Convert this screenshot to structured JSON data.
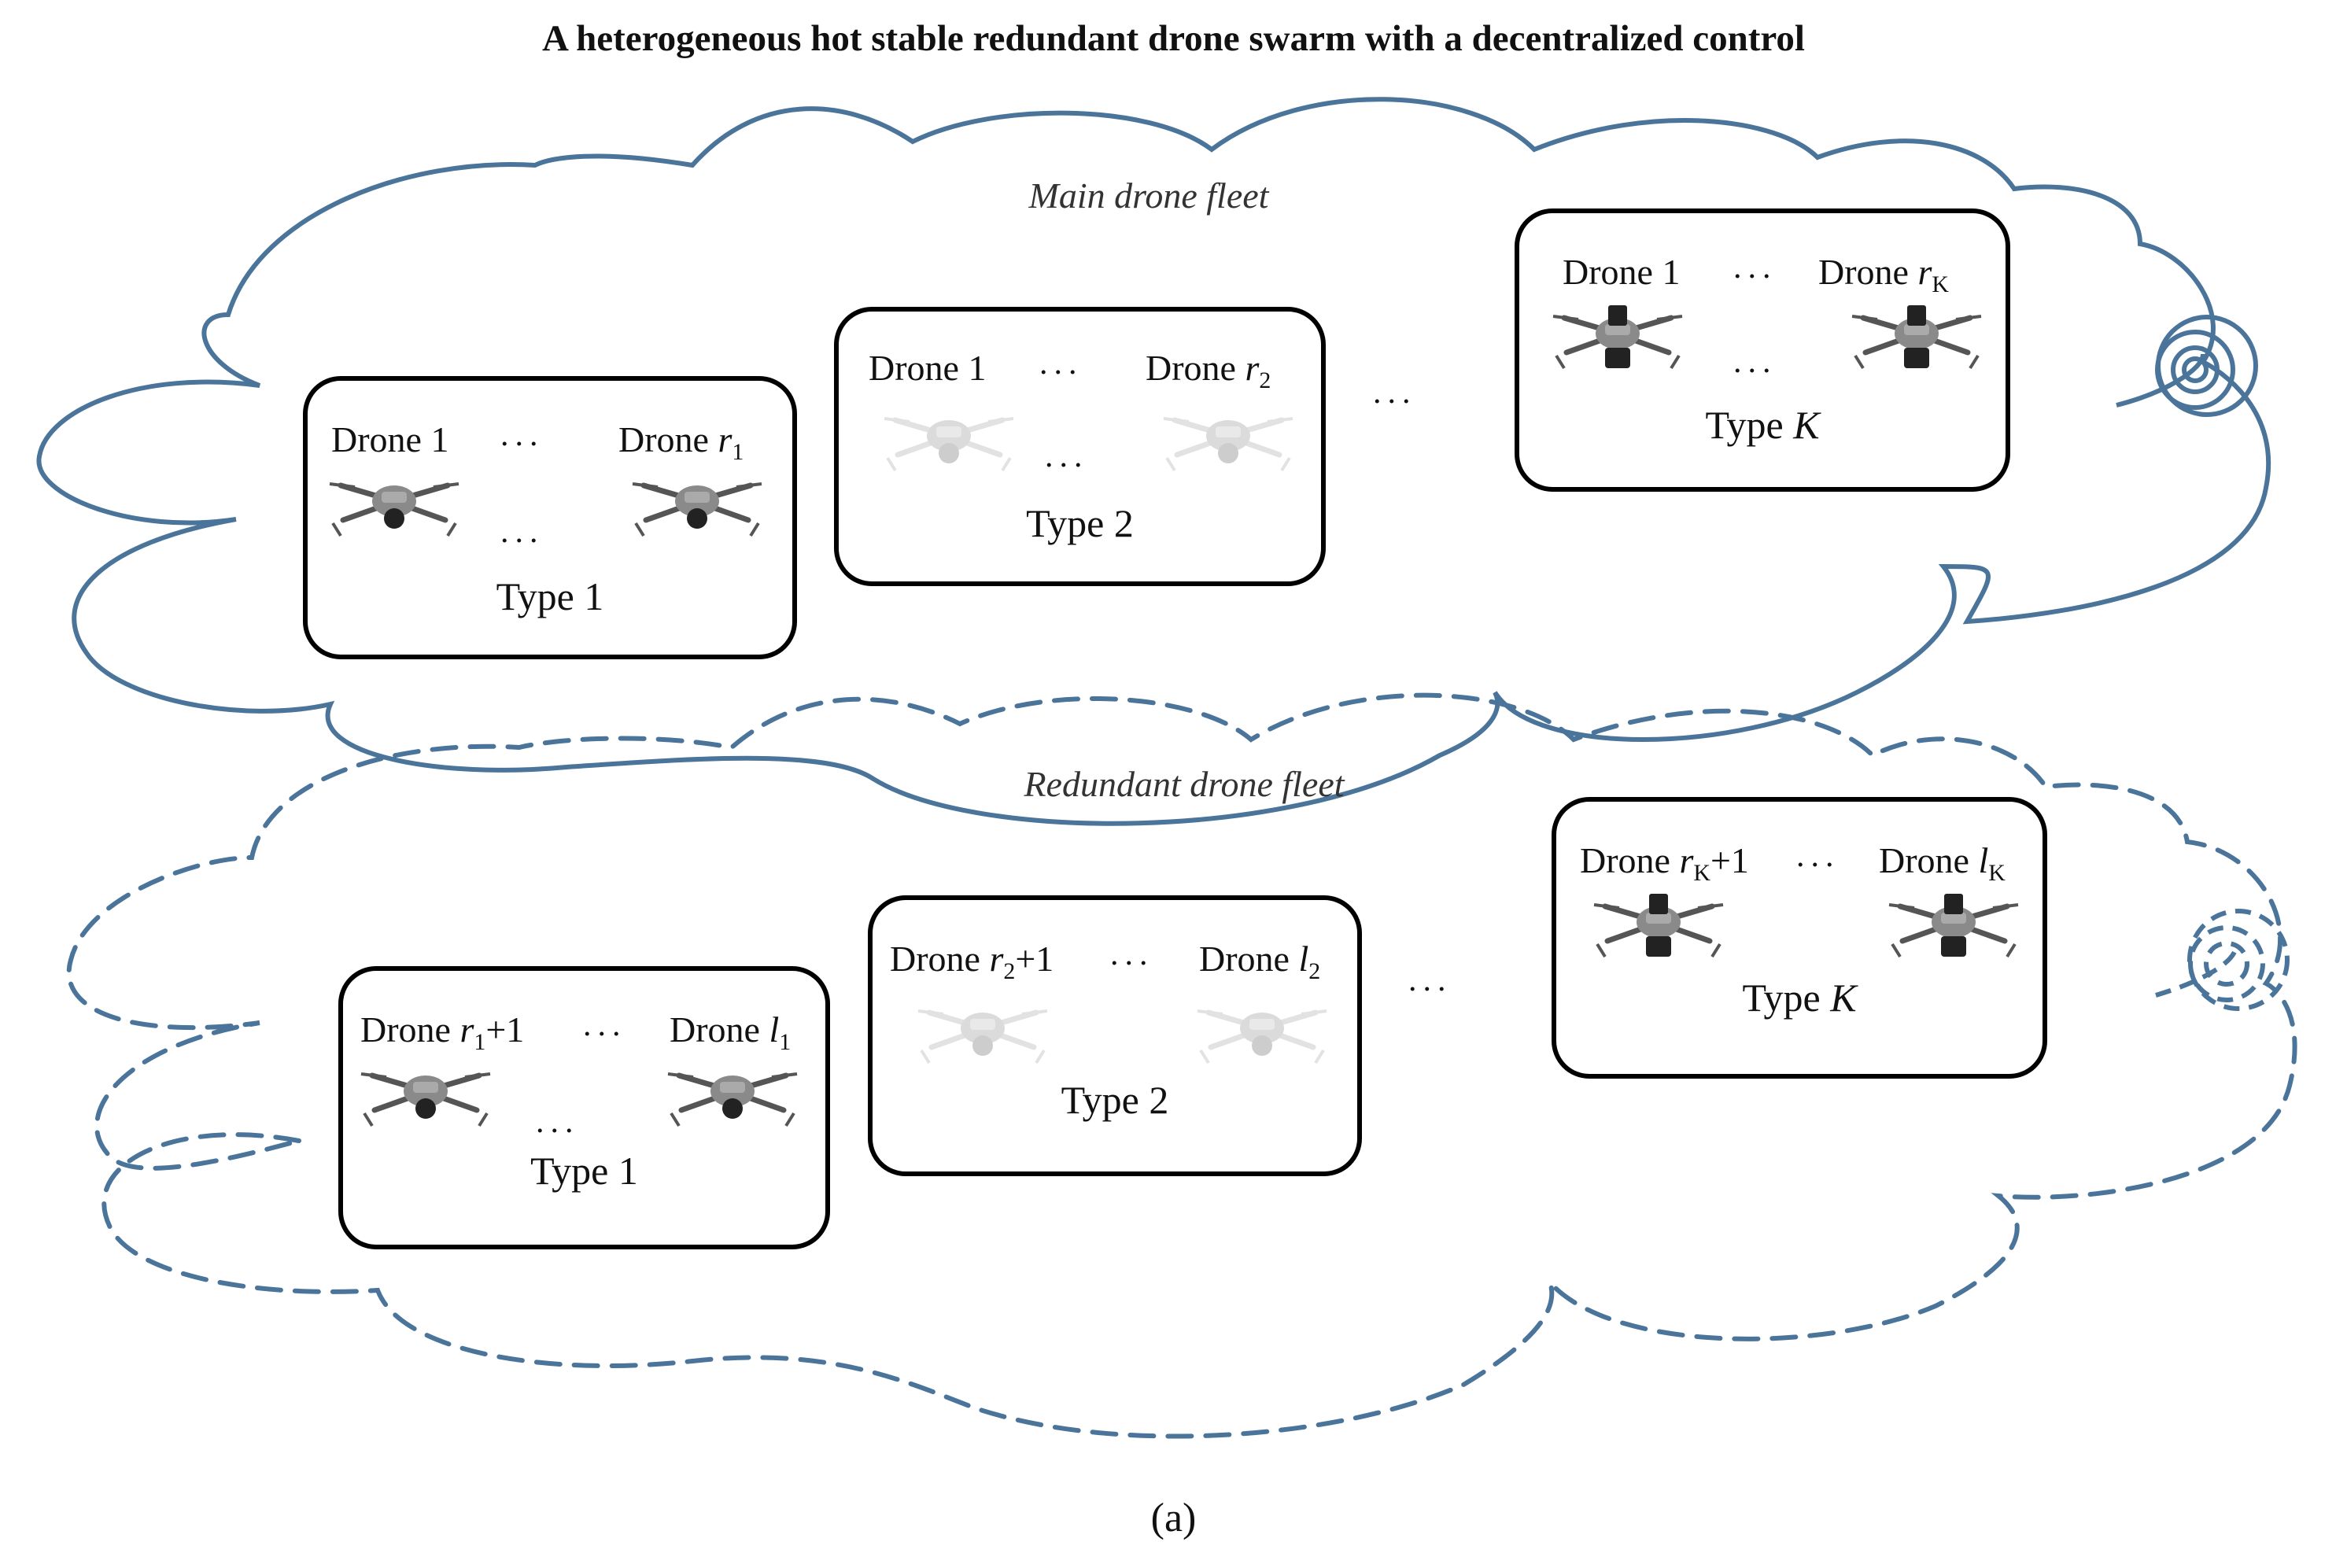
{
  "title": "A heterogeneous hot stable redundant drone swarm with a decentralized control",
  "caption": "(a)",
  "main_fleet": {
    "label": "Main drone fleet",
    "types": [
      {
        "first": "Drone 1",
        "sep": "...",
        "last_prefix": "Drone ",
        "last_var": "r",
        "last_sub": "1",
        "mid_dots": "...",
        "type": "Type 1",
        "style": "dark"
      },
      {
        "first": "Drone 1",
        "sep": "...",
        "last_prefix": "Drone ",
        "last_var": "r",
        "last_sub": "2",
        "mid_dots": "...",
        "type": "Type 2",
        "style": "light"
      },
      {
        "first": "Drone 1",
        "sep": "...",
        "last_prefix": "Drone ",
        "last_var": "r",
        "last_sub": "K",
        "mid_dots": "...",
        "type": "Type K",
        "style": "gimbal"
      }
    ],
    "between_dots": "..."
  },
  "redundant_fleet": {
    "label": "Redundant drone fleet",
    "types": [
      {
        "first_prefix": "Drone ",
        "first_var": "r",
        "first_sub": "1",
        "first_suffix": "+1",
        "sep": "...",
        "last_prefix": "Drone ",
        "last_var": "l",
        "last_sub": "1",
        "mid_dots": "...",
        "type": "Type 1",
        "style": "dark"
      },
      {
        "first_prefix": "Drone ",
        "first_var": "r",
        "first_sub": "2",
        "first_suffix": "+1",
        "sep": "...",
        "last_prefix": "Drone ",
        "last_var": "l",
        "last_sub": "2",
        "mid_dots": "",
        "type": "Type 2",
        "style": "light"
      },
      {
        "first_prefix": "Drone ",
        "first_var": "r",
        "first_sub": "K",
        "first_suffix": "+1",
        "sep": "...",
        "last_prefix": "Drone ",
        "last_var": "l",
        "last_sub": "K",
        "mid_dots": "",
        "type": "Type K",
        "style": "gimbal"
      }
    ],
    "between_dots": "..."
  },
  "colors": {
    "cloud": "#4a7499",
    "box": "#000000"
  },
  "icons": [
    "drone-icon",
    "cloud-outline-solid",
    "cloud-outline-dashed",
    "spiral-tail"
  ]
}
